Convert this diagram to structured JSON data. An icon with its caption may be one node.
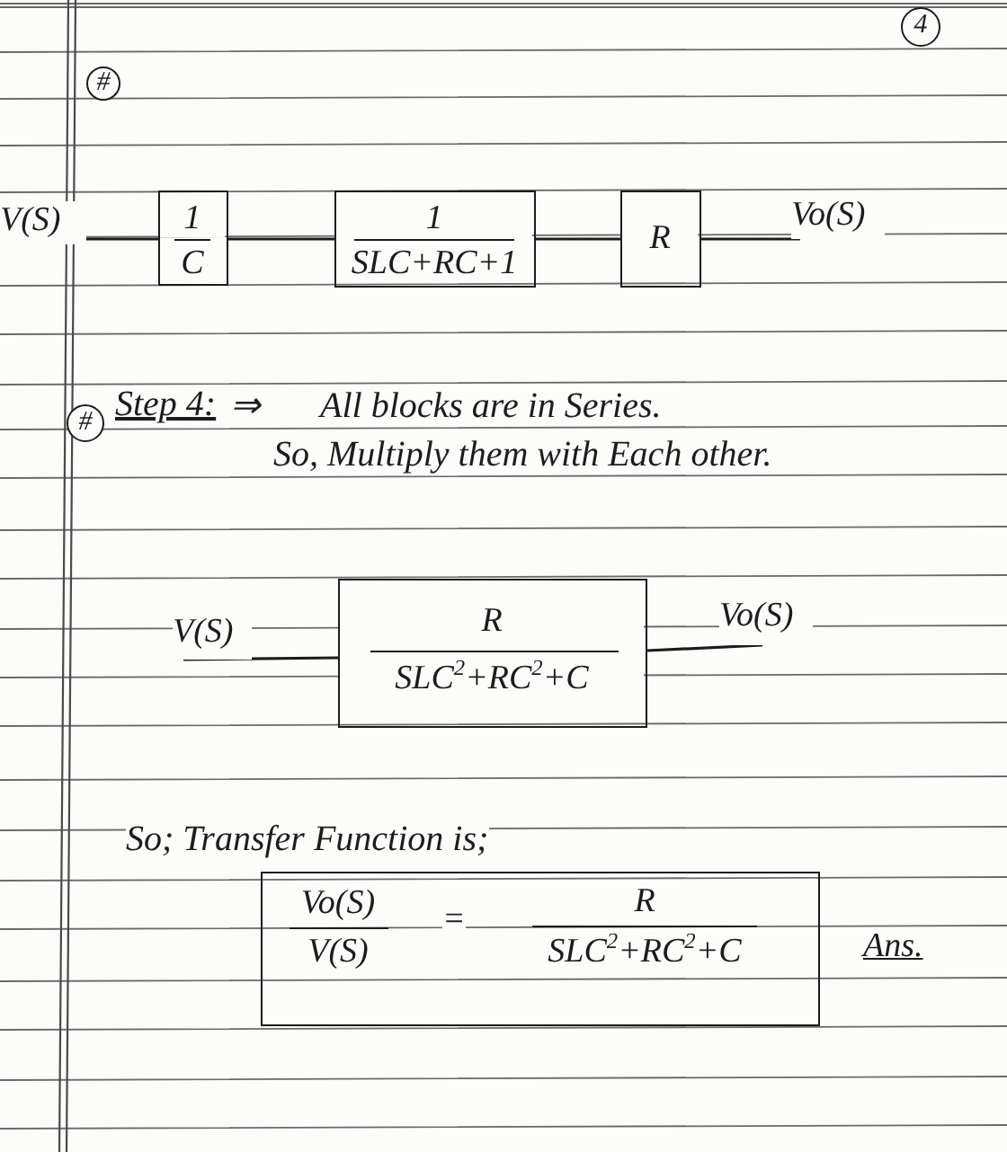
{
  "diagram": {
    "nodes": [
      {
        "text": [
          "V(S)"
        ]
      },
      {
        "text": [
          "1",
          "C"
        ]
      },
      {
        "text": [
          "1",
          "SLC+RC+1"
        ]
      },
      {
        "text": [
          "R"
        ]
      },
      {
        "text": [
          "Vo(S)"
        ]
      },
      {
        "text": [
          "V(S)"
        ]
      },
      {
        "text": [
          "R",
          "SLC$^{2}$+RC$^{2}$+C"
        ]
      },
      {
        "text": [
          "Vo(S)"
        ]
      },
      {
        "text": [
          "Vo(S)",
          "V(S)",
          "=",
          "R",
          "SLC$^{2}$+RC$^{2}$+C"
        ],
        "beside": [
          "Ans."
        ]
      }
    ],
    "edges": [
      {
        "from": 0,
        "to": 1,
        "arrow": "none"
      },
      {
        "from": 1,
        "to": 2,
        "arrow": "none"
      },
      {
        "from": 2,
        "to": 3,
        "arrow": "none"
      },
      {
        "from": 3,
        "to": 4,
        "arrow": "none"
      },
      {
        "from": 5,
        "to": 6,
        "arrow": "none"
      },
      {
        "from": 6,
        "to": 7,
        "arrow": "none"
      }
    ],
    "labels": [
      "4",
      "#",
      "#",
      "Step 4:",
      "⇒",
      "All blocks are in Series.",
      "So, Multiply them with Each other.",
      "So; Transfer Function is;"
    ]
  }
}
